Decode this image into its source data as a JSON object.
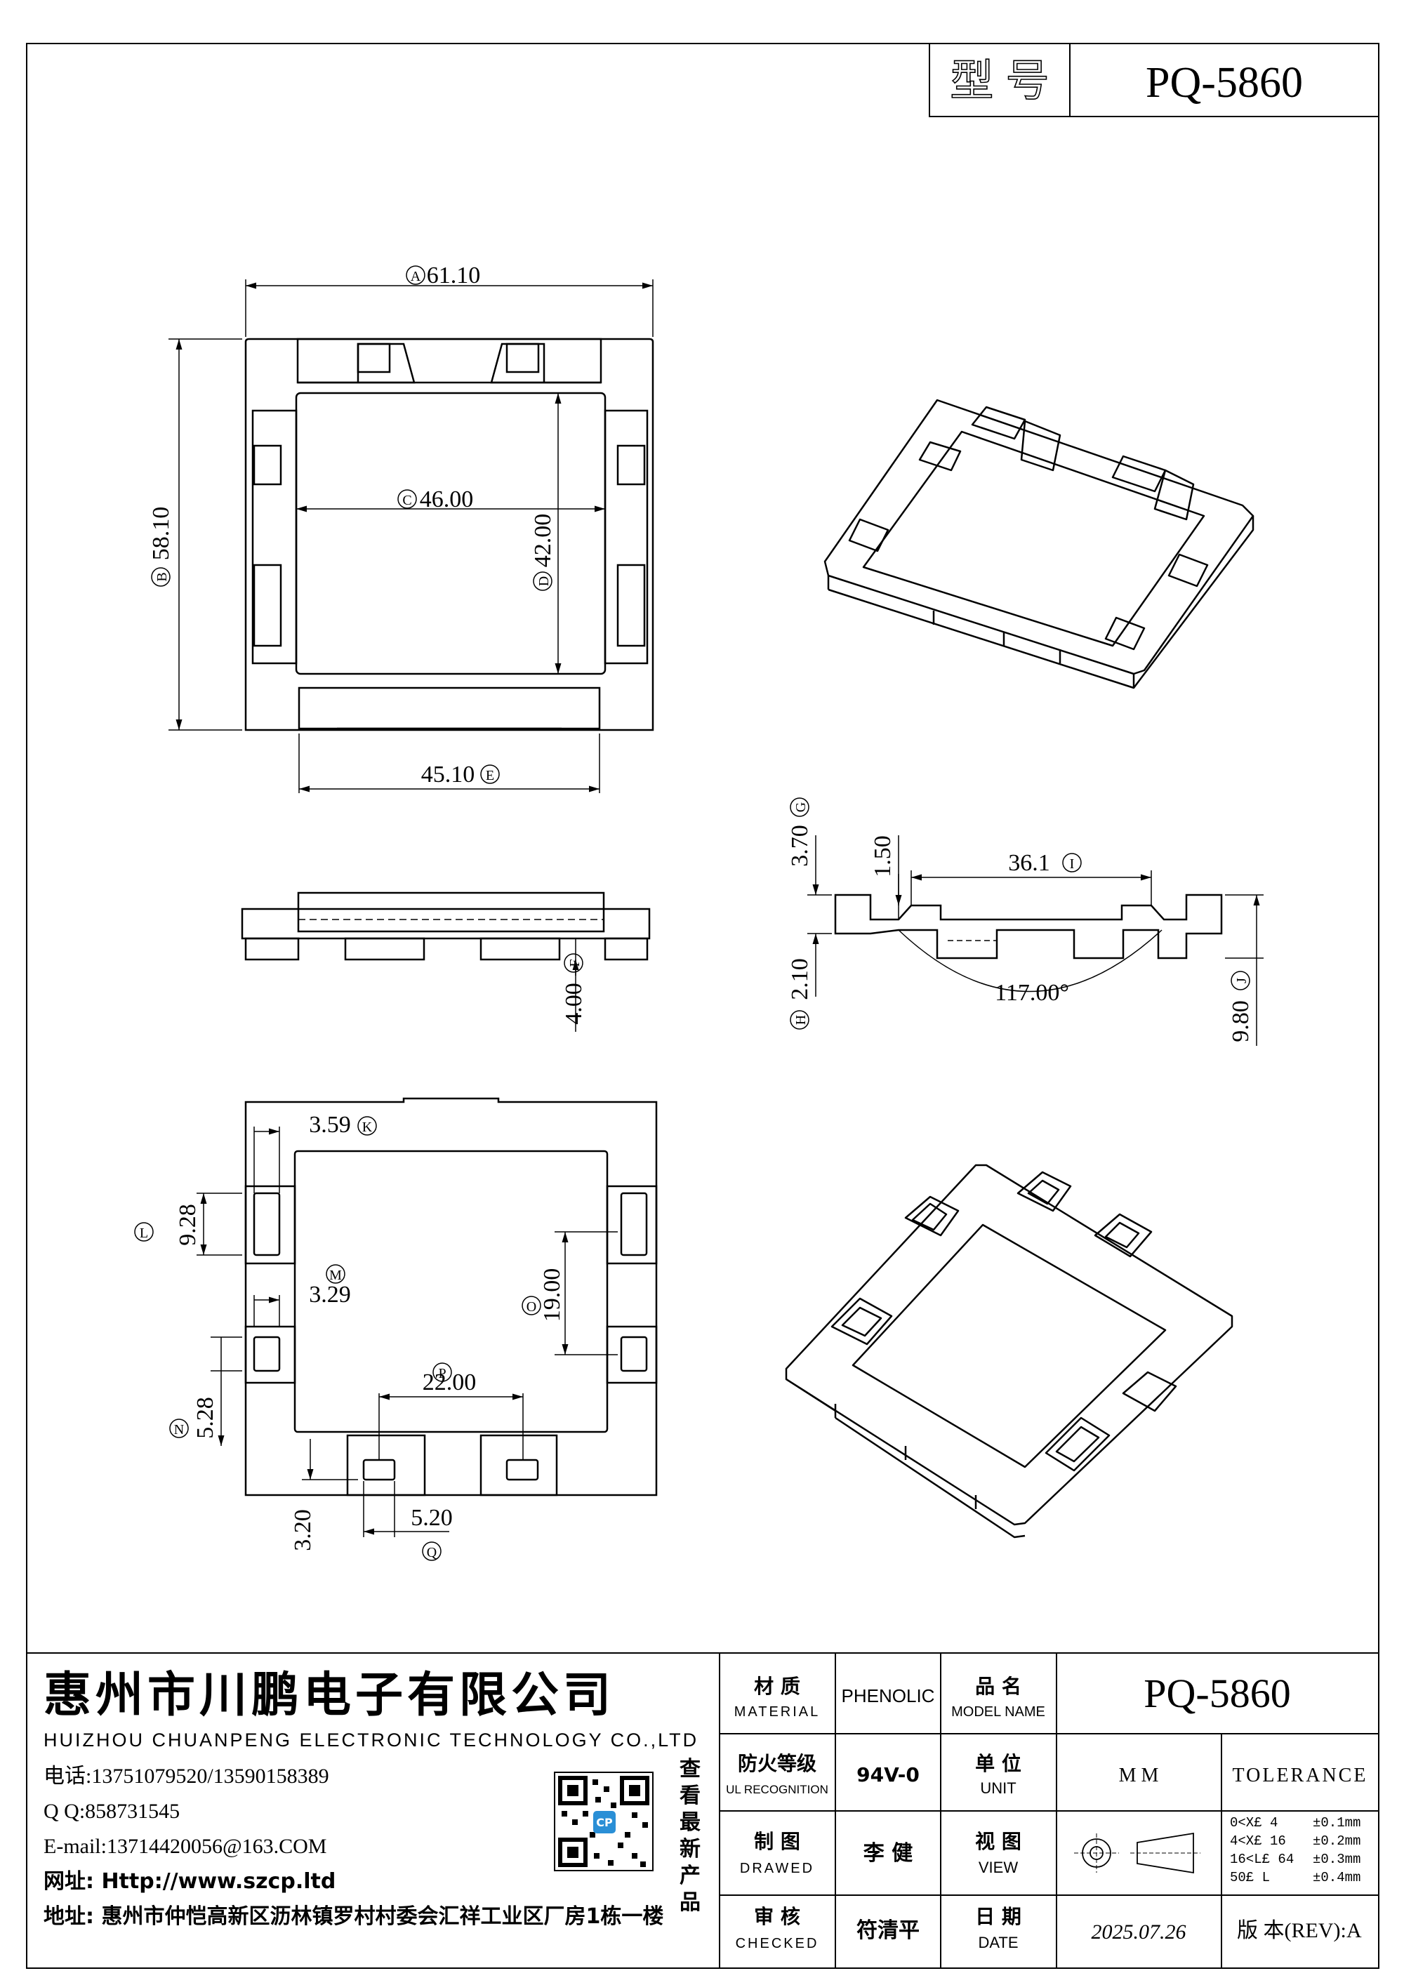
{
  "header": {
    "label": "型 号",
    "model": "PQ-5860"
  },
  "dims": {
    "A": {
      "letter": "A",
      "value": "61.10"
    },
    "B": {
      "letter": "B",
      "value": "58.10"
    },
    "C": {
      "letter": "C",
      "value": "46.00"
    },
    "D": {
      "letter": "D",
      "value": "42.00"
    },
    "E": {
      "letter": "E",
      "value": "45.10"
    },
    "F": {
      "letter": "F",
      "value": "4.00"
    },
    "G": {
      "letter": "G",
      "value": "3.70"
    },
    "G2": {
      "value": "1.50"
    },
    "H": {
      "letter": "H",
      "value": "2.10"
    },
    "I": {
      "letter": "I",
      "value": "36.1"
    },
    "J": {
      "letter": "J",
      "value": "9.80"
    },
    "angle": {
      "value": "117.00°"
    },
    "K": {
      "letter": "K",
      "value": "3.59"
    },
    "L": {
      "letter": "L",
      "value": "9.28"
    },
    "M": {
      "letter": "M",
      "value": "3.29"
    },
    "N": {
      "letter": "N",
      "value": "5.28"
    },
    "O": {
      "letter": "O",
      "value": "19.00"
    },
    "P": {
      "letter": "P",
      "value": "22.00"
    },
    "Q": {
      "letter": "Q",
      "value": "5.20"
    },
    "Q2": {
      "value": "3.20"
    }
  },
  "company": {
    "name_cn": "惠州市川鹏电子有限公司",
    "name_en": "HUIZHOU CHUANPENG ELECTRONIC TECHNOLOGY CO.,LTD",
    "phone": "电话:13751079520/13590158389",
    "qq": "Q Q:858731545",
    "email": "E-mail:13714420056@163.COM",
    "website": "网址: Http://www.szcp.ltd",
    "address": "地址: 惠州市仲恺高新区沥林镇罗村村委会汇祥工业区厂房1栋一楼",
    "qr_caption": [
      "查",
      "看",
      "最",
      "新",
      "产",
      "品"
    ],
    "qr_logo": "CP"
  },
  "title_block": {
    "material_label_cn": "材 质",
    "material_label_en": "MATERIAL",
    "material_value": "PHENOLIC",
    "model_label_cn": "品 名",
    "model_label_en": "MODEL NAME",
    "model_value": "PQ-5860",
    "ul_label_cn": "防火等级",
    "ul_label_en": "UL RECOGNITION",
    "ul_value": "94V-0",
    "unit_label_cn": "单 位",
    "unit_label_en": "UNIT",
    "unit_value": "M M",
    "tolerance_label": "TOLERANCE",
    "drawn_label_cn": "制 图",
    "drawn_label_en": "DRAWED",
    "drawn_value": "李 健",
    "view_label_cn": "视 图",
    "view_label_en": "VIEW",
    "tolerances": [
      {
        "range": "0<X£ 4",
        "tol": "±0.1mm"
      },
      {
        "range": "4<X£ 16",
        "tol": "±0.2mm"
      },
      {
        "range": "16<L£ 64",
        "tol": "±0.3mm"
      },
      {
        "range": "50£ L",
        "tol": "±0.4mm"
      }
    ],
    "checked_label_cn": "审 核",
    "checked_label_en": "CHECKED",
    "checked_value": "符清平",
    "date_label_cn": "日 期",
    "date_label_en": "DATE",
    "date_value": "2025.07.26",
    "rev_label": "版 本(REV):",
    "rev_value": "A"
  }
}
